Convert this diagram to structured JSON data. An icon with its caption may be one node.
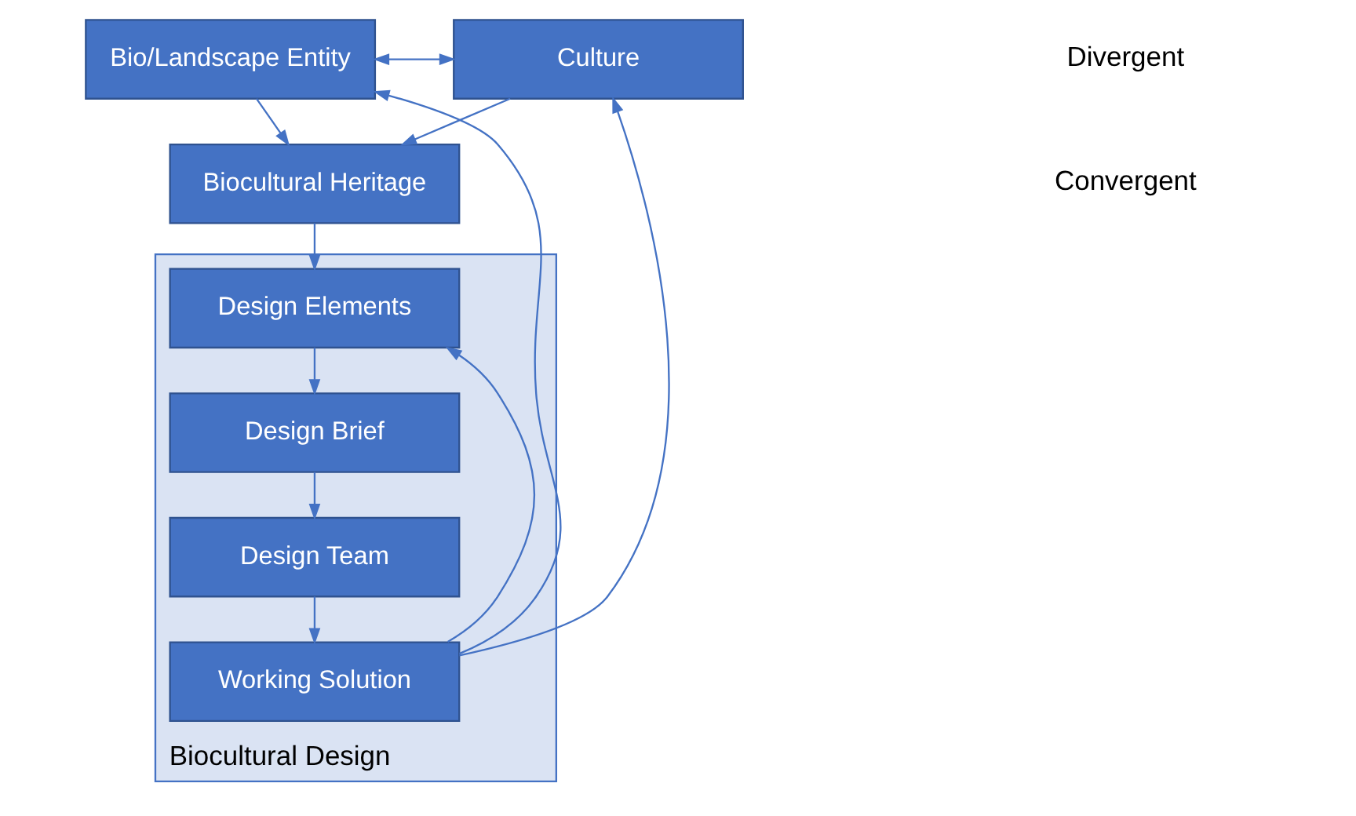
{
  "diagram": {
    "nodes": [
      {
        "text": [
          "Bio/Landscape Entity"
        ]
      },
      {
        "text": [
          "Culture"
        ]
      },
      {
        "text": [
          "Biocultural Heritage"
        ]
      },
      {
        "text": [
          "Biocultural Design"
        ]
      },
      {
        "text": [
          "Design Elements"
        ],
        "in": 3
      },
      {
        "text": [
          "Design Brief"
        ],
        "in": 3
      },
      {
        "text": [
          "Design Team"
        ],
        "in": 3
      },
      {
        "text": [
          "Working Solution"
        ],
        "in": 3
      }
    ],
    "edges": [
      {
        "from": 0,
        "to": 1,
        "arrow": "both"
      },
      {
        "from": 0,
        "to": 2,
        "arrow": "to"
      },
      {
        "from": 1,
        "to": 2,
        "arrow": "to"
      },
      {
        "from": 2,
        "to": 4,
        "arrow": "to"
      },
      {
        "from": 4,
        "to": 5,
        "arrow": "to"
      },
      {
        "from": 5,
        "to": 6,
        "arrow": "to"
      },
      {
        "from": 6,
        "to": 7,
        "arrow": "to"
      },
      {
        "from": 7,
        "to": 4,
        "arrow": "to"
      },
      {
        "from": 7,
        "to": 0,
        "arrow": "to"
      },
      {
        "from": 7,
        "to": 1,
        "arrow": "to"
      }
    ],
    "labels": [
      "Divergent",
      "Convergent"
    ]
  }
}
